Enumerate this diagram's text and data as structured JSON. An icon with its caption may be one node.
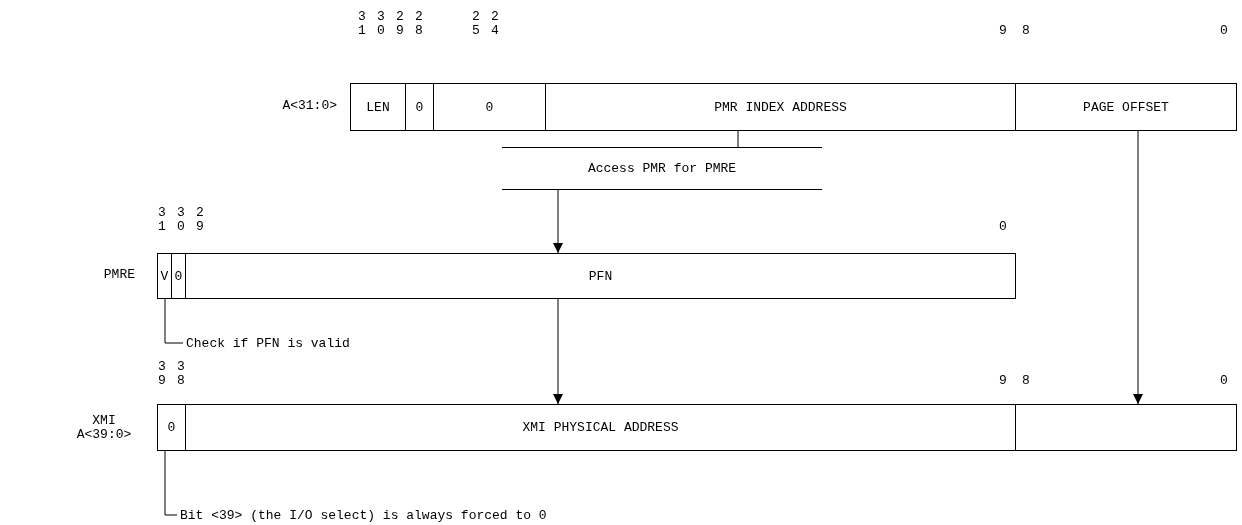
{
  "diagram": {
    "nodes": [
      {
        "text": [
          "LEN"
        ]
      },
      {
        "text": [
          "0"
        ]
      },
      {
        "text": [
          "0"
        ]
      },
      {
        "text": [
          "PMR INDEX ADDRESS"
        ]
      },
      {
        "text": [
          "PAGE OFFSET"
        ]
      },
      {
        "text": [
          "Access PMR for PMRE"
        ]
      },
      {
        "text": [
          "V"
        ]
      },
      {
        "text": [
          "0"
        ]
      },
      {
        "text": [
          "PFN"
        ]
      },
      {
        "text": [
          "0"
        ]
      },
      {
        "text": [
          "XMI PHYSICAL ADDRESS"
        ]
      },
      {
        "text": [],
        "shape": "box"
      },
      {
        "text": [
          "Check if PFN is valid"
        ]
      },
      {
        "text": [
          "Bit <39> (the I/O select) is always forced to 0"
        ]
      }
    ],
    "edges": [
      {
        "from": 3,
        "to": 5,
        "arrow": "none"
      },
      {
        "from": 5,
        "to": 8,
        "arrow": "to"
      },
      {
        "from": 4,
        "to": 11,
        "arrow": "to"
      },
      {
        "from": 8,
        "to": 10,
        "arrow": "to"
      },
      {
        "from": 12,
        "to": 6,
        "arrow": "none"
      },
      {
        "from": 13,
        "to": 9,
        "arrow": "none"
      }
    ],
    "labels": [
      "31",
      "30",
      "29",
      "28",
      "25",
      "24",
      "9",
      "8",
      "0",
      "A<31:0>",
      "31",
      "30",
      "29",
      "0",
      "PMRE",
      "39",
      "38",
      "9",
      "8",
      "0",
      "XMI A<39:0>"
    ]
  }
}
